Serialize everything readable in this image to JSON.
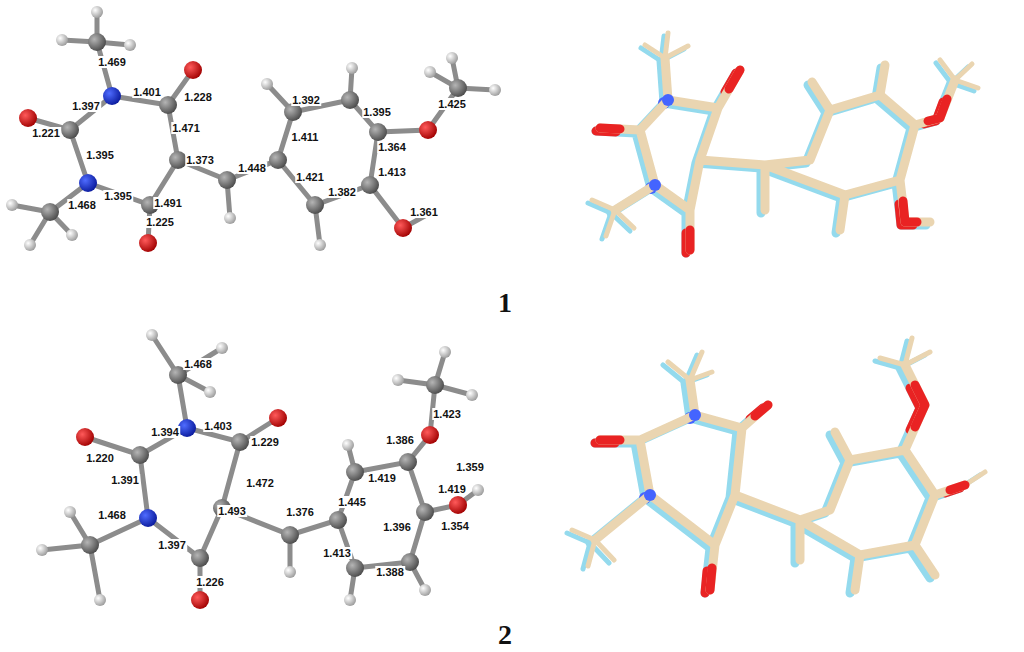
{
  "diagram": {
    "labels": [
      "1.469",
      "1.401",
      "1.228",
      "1.397",
      "1.221",
      "1.471",
      "1.395",
      "1.373",
      "1.448",
      "1.392",
      "1.411",
      "1.395",
      "1.425",
      "1.364",
      "1.413",
      "1.421",
      "1.382",
      "1.361",
      "1.468",
      "1.395",
      "1.491",
      "1.225",
      "1",
      "1.468",
      "1.403",
      "1.229",
      "1.394",
      "1.220",
      "1.472",
      "1.391",
      "1.386",
      "1.423",
      "1.359",
      "1.419",
      "1.419",
      "1.468",
      "1.493",
      "1.376",
      "1.445",
      "1.354",
      "1.397",
      "1.413",
      "1.396",
      "1.388",
      "1.226",
      "2"
    ]
  }
}
